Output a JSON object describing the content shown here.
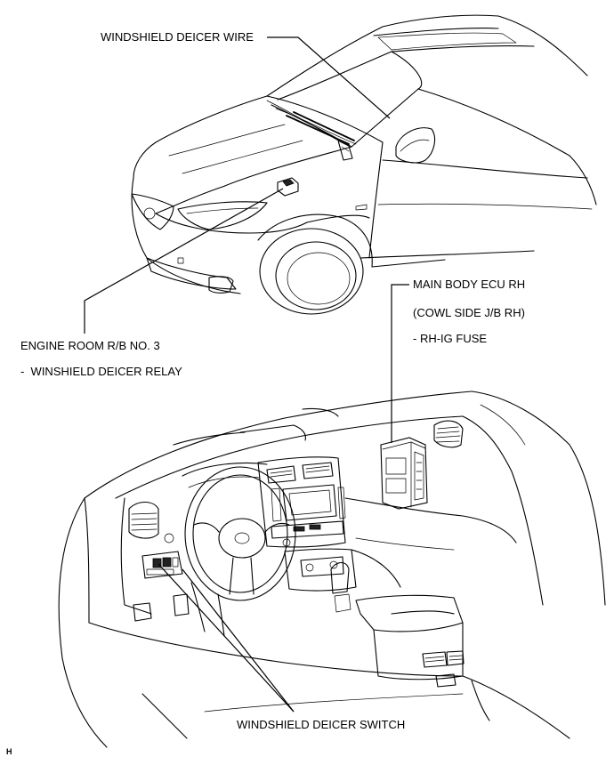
{
  "labels": {
    "windshield_deicer_wire": "WINDSHIELD DEICER WIRE",
    "main_body_ecu_rh": "MAIN BODY ECU RH",
    "cowl_side_jb_rh": "(COWL SIDE J/B RH)",
    "rh_ig_fuse": "- RH-IG FUSE",
    "engine_room_rb_no3": "ENGINE ROOM R/B NO. 3",
    "winshield_deicer_relay": "-  WINSHIELD DEICER RELAY",
    "windshield_deicer_switch": "WINDSHIELD DEICER SWITCH",
    "corner_code": "H"
  }
}
